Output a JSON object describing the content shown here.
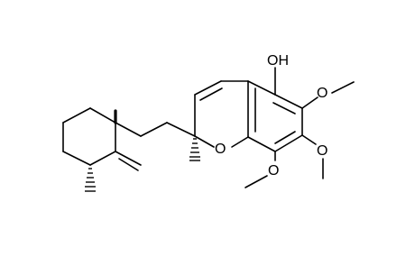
{
  "molecule": {
    "atom_labels": {
      "hydroxyl": "OH",
      "ring_oxygen": "O",
      "methoxy_6": "O",
      "methoxy_7": "O",
      "methoxy_8": "O"
    },
    "line_color": "#000000",
    "background": "#ffffff"
  }
}
